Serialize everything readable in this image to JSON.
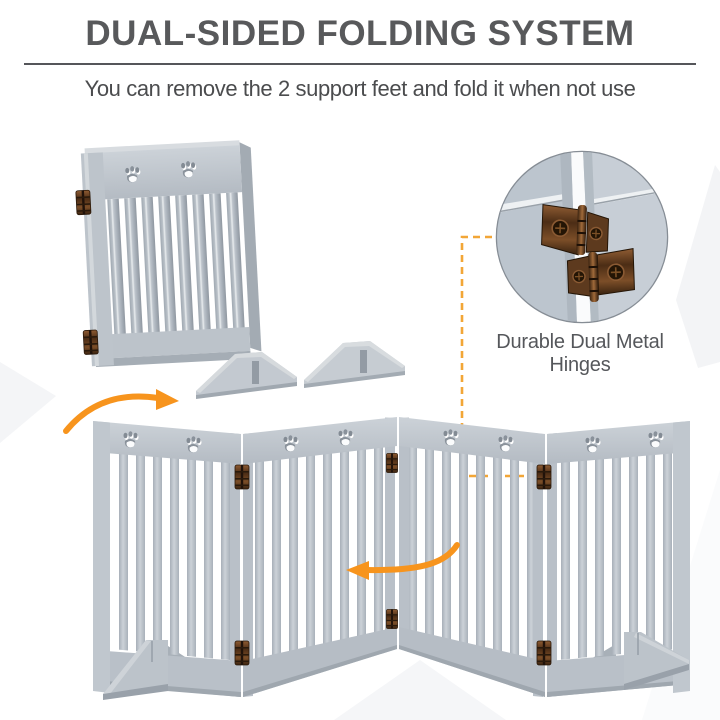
{
  "header": {
    "title": "DUAL-SIDED FOLDING SYSTEM",
    "subtitle": "You can remove the 2 support feet and fold it when not use"
  },
  "callout": {
    "caption": "Durable Dual Metal Hinges"
  },
  "illustration": {
    "parts": {
      "folded_gate": "folded 4-panel pet gate with paw cutouts and side hinges",
      "support_feet_count": 2,
      "unfolded_gate_panels": 4,
      "hinge_detail": "dual bronze metal hinges close-up in circular callout"
    }
  },
  "icons": {
    "fold_arrow_right": "curved-arrow-right",
    "fold_arrow_left": "curved-arrow-left",
    "paw_cutout": "paw-print",
    "hinge": "metal-hinge"
  },
  "colors": {
    "accent_orange": "#F7941D",
    "connector_orange": "#F2A637",
    "title_text": "#58595B",
    "subtitle_text": "#4B4C4E",
    "caption_text": "#55575B",
    "gate_light": "#C6CCD3",
    "gate_mid": "#B6BDC5",
    "gate_dark": "#9AA2AB",
    "hinge_bronze": "#7A4E2A",
    "hinge_dark": "#3A2310",
    "background": "#FFFFFF",
    "background_shape": "#F4F5F7"
  }
}
